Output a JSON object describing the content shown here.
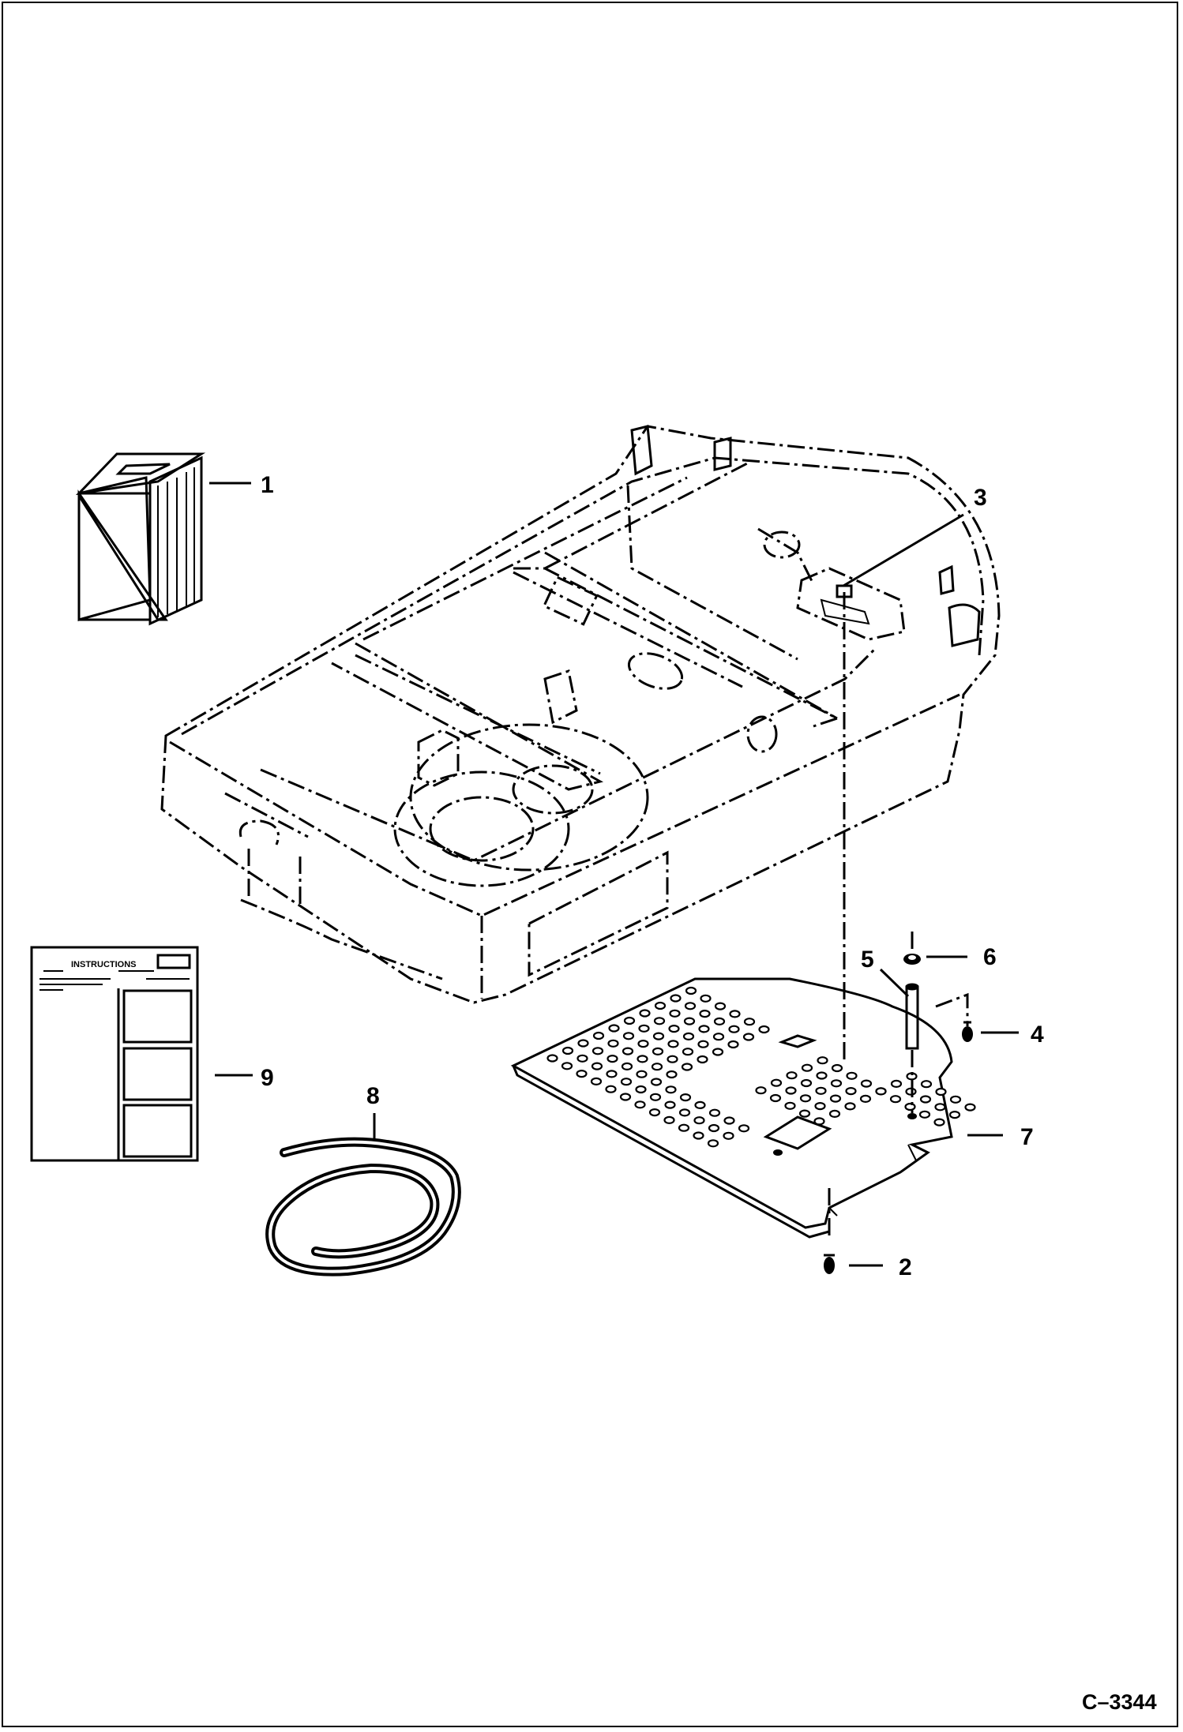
{
  "figure_number": "C–3344",
  "callouts": [
    {
      "id": "1",
      "label": "1"
    },
    {
      "id": "2",
      "label": "2"
    },
    {
      "id": "3",
      "label": "3"
    },
    {
      "id": "4",
      "label": "4"
    },
    {
      "id": "5",
      "label": "5"
    },
    {
      "id": "6",
      "label": "6"
    },
    {
      "id": "7",
      "label": "7"
    },
    {
      "id": "8",
      "label": "8"
    },
    {
      "id": "9",
      "label": "9"
    }
  ],
  "instruction_sheet": {
    "title": "INSTRUCTIONS"
  }
}
